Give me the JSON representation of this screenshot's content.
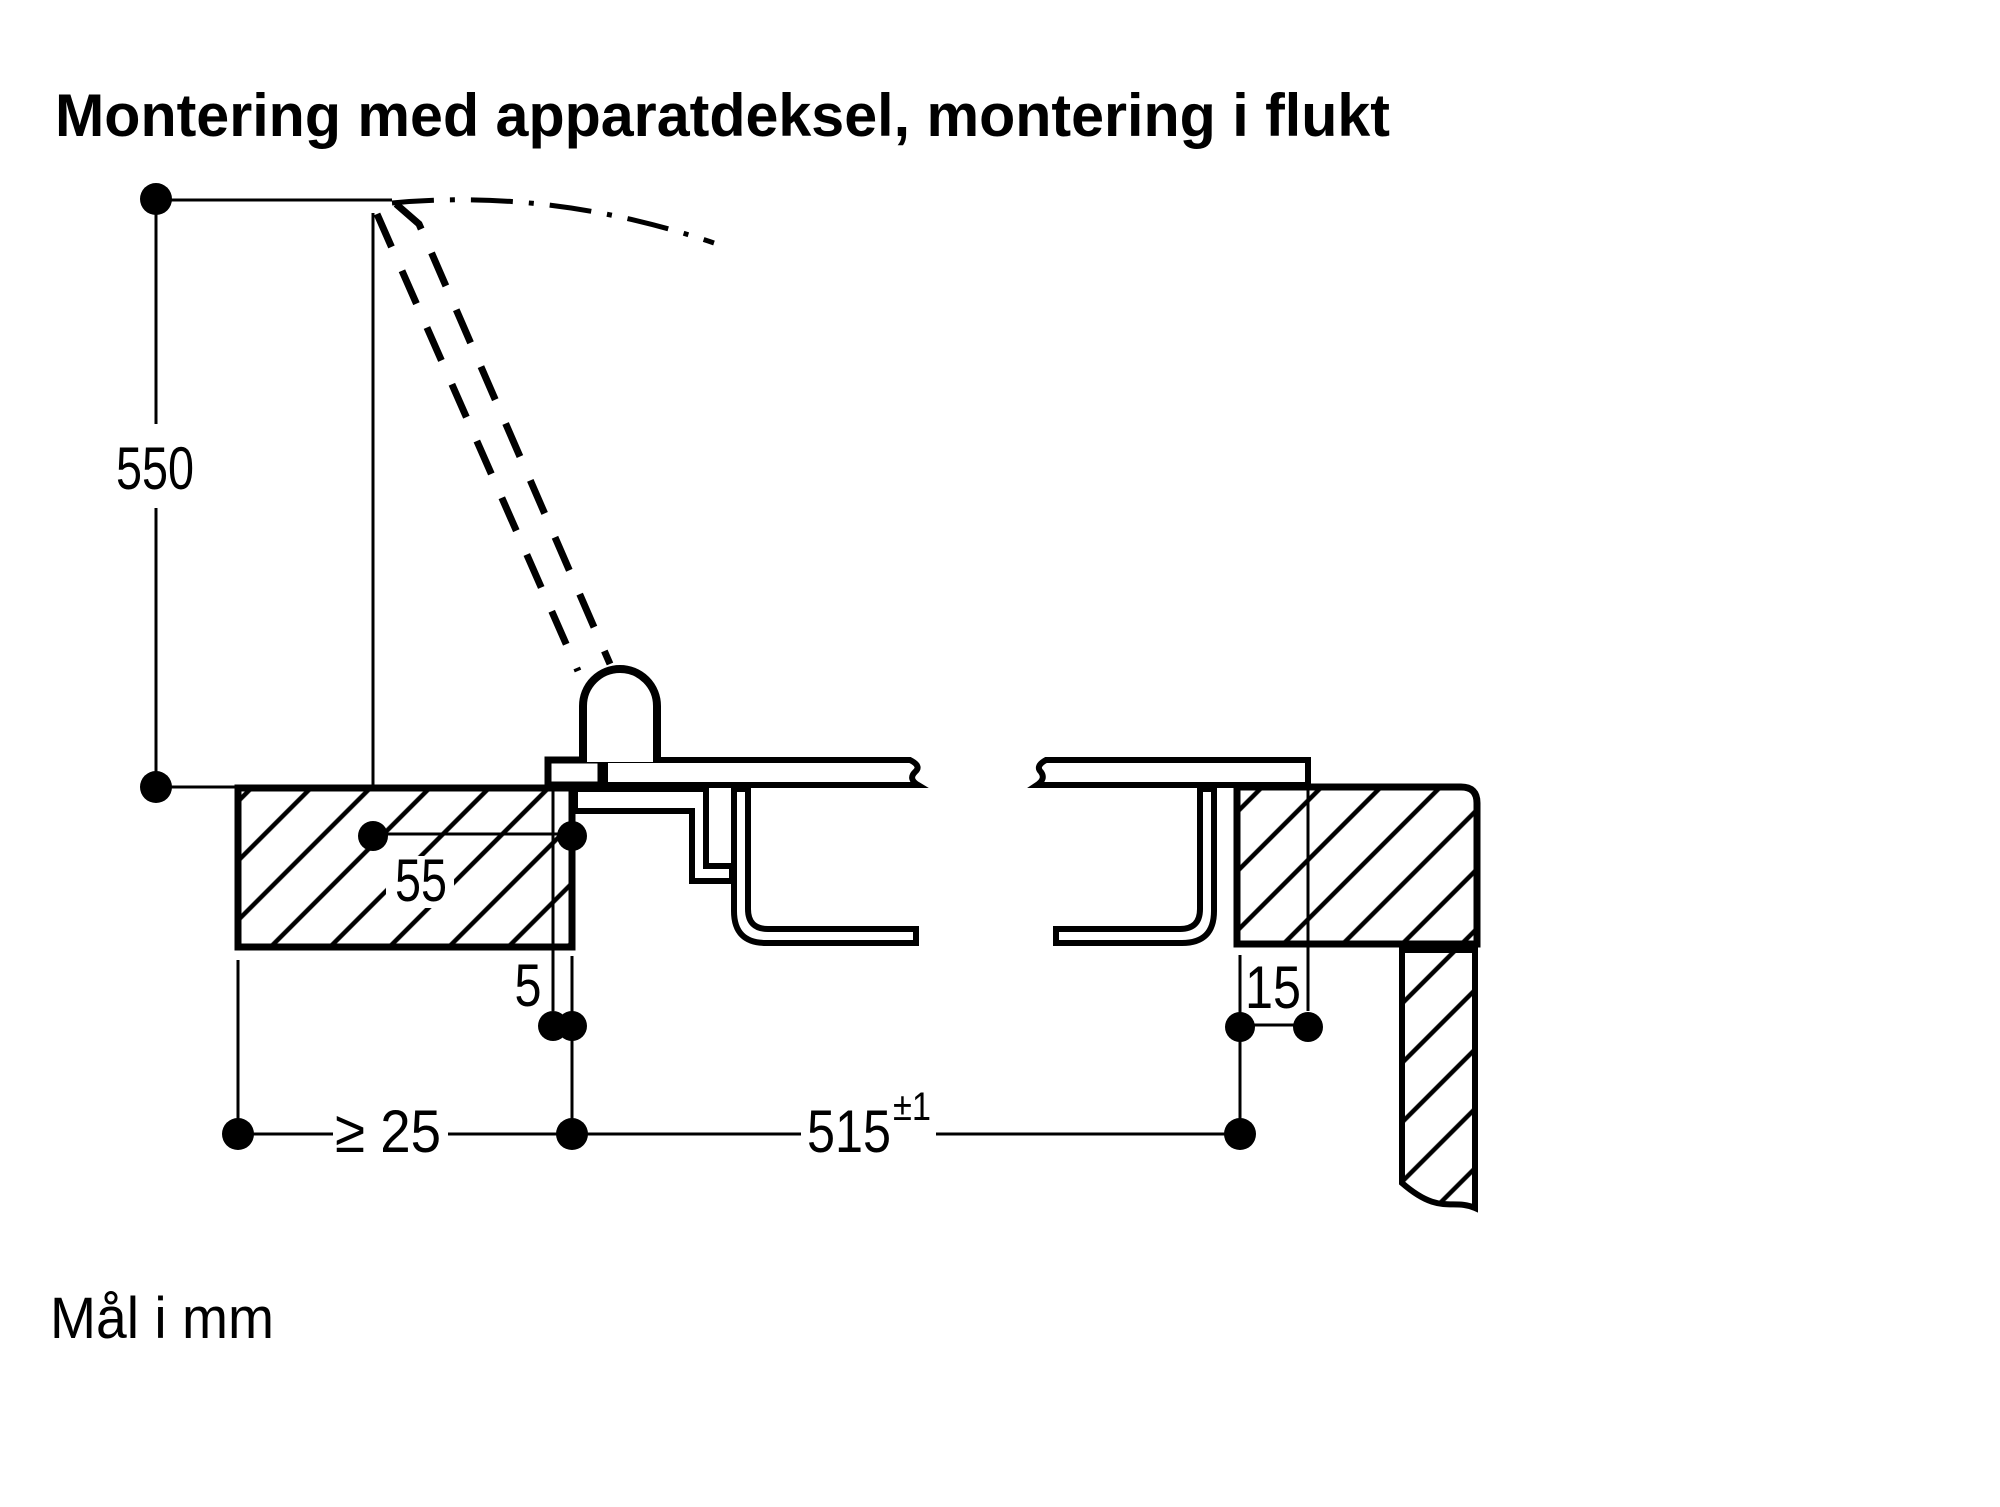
{
  "page": {
    "title": "Montering med apparatdeksel, montering i flukt",
    "footer": "Mål i mm"
  },
  "dimensions": {
    "height_to_cover": "550",
    "pivot_to_edge": "55",
    "cover_overhang_left": "5",
    "min_side_clearance": "≥ 25",
    "cutout_width": "515",
    "cutout_width_tolerance": "±1",
    "cover_overhang_right": "15"
  },
  "colors": {
    "ink": "#000000",
    "background": "#ffffff"
  }
}
